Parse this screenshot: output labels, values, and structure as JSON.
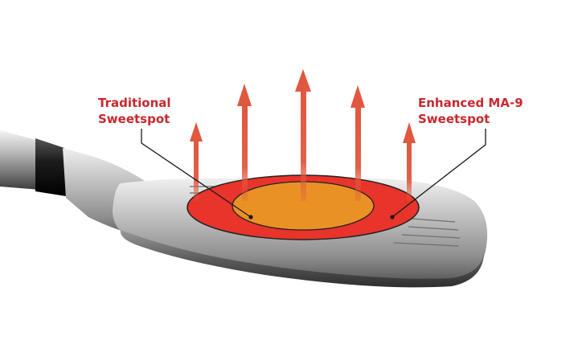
{
  "labels": {
    "traditional": {
      "line1": "Traditional",
      "line2": "Sweetspot"
    },
    "enhanced": {
      "line1": "Enhanced MA-9",
      "line2": "Sweetspot"
    }
  },
  "colors": {
    "label_text": "#c8282e",
    "enhanced_zone": "#e8342a",
    "traditional_zone": "#ea9126",
    "arrow": "#e0583f",
    "club_metal_dark": "#4a4a4a",
    "club_metal_light": "#d9d9d9",
    "leader_line": "#1a1a1a"
  },
  "icons": {
    "club": "golf-iron-club-head-icon",
    "arrow": "energy-arrow-up-icon"
  }
}
